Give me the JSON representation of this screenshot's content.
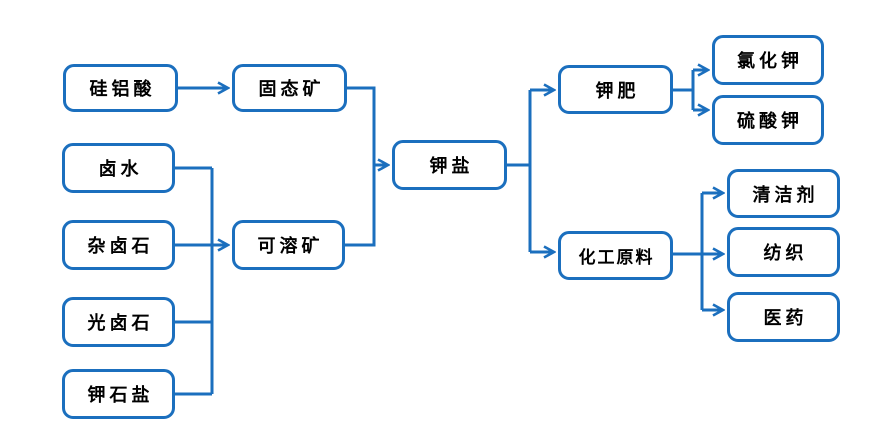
{
  "diagram": {
    "title": "potash-salt-flowchart",
    "accent_color": "#1B6FBE",
    "background_color": "#FFFFFF",
    "text_color": "#000000",
    "nodes": [
      {
        "id": "silicoaluminate",
        "label": "硅铝酸"
      },
      {
        "id": "brine",
        "label": "卤水"
      },
      {
        "id": "polyhalite",
        "label": "杂卤石"
      },
      {
        "id": "carnallite",
        "label": "光卤石"
      },
      {
        "id": "sylvite",
        "label": "钾石盐"
      },
      {
        "id": "solid-ore",
        "label": "固态矿"
      },
      {
        "id": "soluble-ore",
        "label": "可溶矿"
      },
      {
        "id": "potash-salt",
        "label": "钾盐"
      },
      {
        "id": "potash-fertilizer",
        "label": "钾肥"
      },
      {
        "id": "chemical-raw-material",
        "label": "化工原料"
      },
      {
        "id": "potassium-chloride",
        "label": "氯化钾"
      },
      {
        "id": "potassium-sulfate",
        "label": "硫酸钾"
      },
      {
        "id": "detergent",
        "label": "清洁剂"
      },
      {
        "id": "textile",
        "label": "纺织"
      },
      {
        "id": "medicine",
        "label": "医药"
      }
    ],
    "edges": [
      {
        "from": "硅铝酸",
        "to": "固态矿"
      },
      {
        "from": "卤水",
        "to": "可溶矿"
      },
      {
        "from": "杂卤石",
        "to": "可溶矿"
      },
      {
        "from": "光卤石",
        "to": "可溶矿"
      },
      {
        "from": "钾石盐",
        "to": "可溶矿"
      },
      {
        "from": "固态矿",
        "to": "钾盐"
      },
      {
        "from": "可溶矿",
        "to": "钾盐"
      },
      {
        "from": "钾盐",
        "to": "钾肥"
      },
      {
        "from": "钾盐",
        "to": "化工原料"
      },
      {
        "from": "钾肥",
        "to": "氯化钾"
      },
      {
        "from": "钾肥",
        "to": "硫酸钾"
      },
      {
        "from": "化工原料",
        "to": "清洁剂"
      },
      {
        "from": "化工原料",
        "to": "纺织"
      },
      {
        "from": "化工原料",
        "to": "医药"
      }
    ]
  }
}
